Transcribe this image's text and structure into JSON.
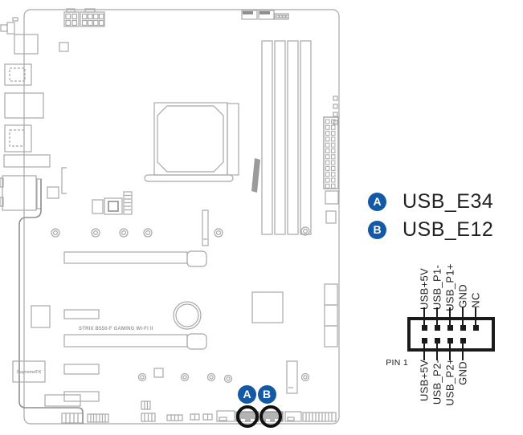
{
  "colors": {
    "accent_blue": "#1359a5",
    "line_gray": "#a8a8a8",
    "dark_line": "#8f8f8f",
    "header_fill": "#b4b4b4",
    "ink": "#1d1d1f"
  },
  "board": {
    "model_text": "STRIX B550-F GAMING WI-FI II",
    "audio_label": "SupremeFX",
    "markers": {
      "a": "A",
      "b": "B"
    }
  },
  "legend": {
    "items": [
      {
        "marker": "A",
        "label": "USB_E34"
      },
      {
        "marker": "B",
        "label": "USB_E12"
      }
    ]
  },
  "pin_diagram": {
    "pin1_label": "PIN 1",
    "top_pins": [
      "USB+5V",
      "USB_P1-",
      "USB_P1+",
      "GND",
      "NC"
    ],
    "bottom_pins": [
      "USB+5V",
      "USB_P2-",
      "USB_P2+",
      "GND"
    ]
  }
}
